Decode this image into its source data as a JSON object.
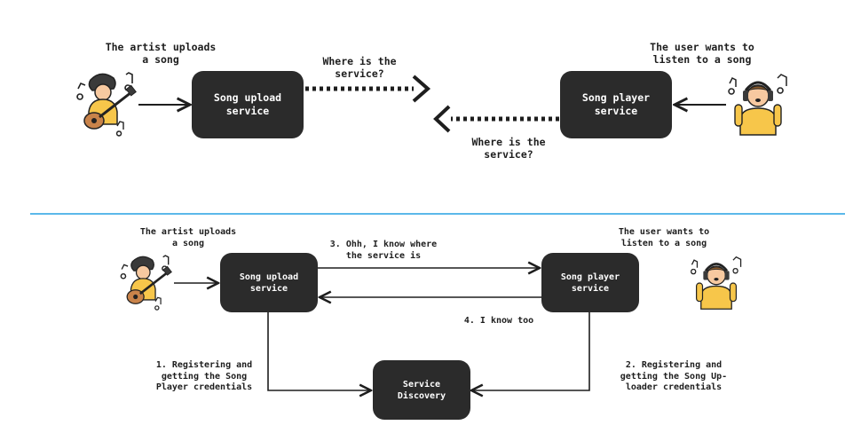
{
  "top": {
    "artist_label": "The artist uploads\na song",
    "user_label": "The user wants to\nlisten to a song",
    "upload_box": "Song upload\nservice",
    "player_box": "Song player\nservice",
    "query_upload": "Where is the\nservice?",
    "query_player": "Where is the\nservice?"
  },
  "bottom": {
    "artist_label": "The artist uploads\na song",
    "user_label": "The user wants to\nlisten to a song",
    "upload_box": "Song upload\nservice",
    "player_box": "Song player\nservice",
    "discovery_box": "Service\nDiscovery",
    "step1": "1. Registering and\ngetting the Song\nPlayer credentials",
    "step2": "2. Registering and\ngetting the Song Up-\nloader credentials",
    "step3": "3. Ohh, I know where\nthe service is",
    "step4": "4. I know too"
  },
  "icons": [
    "guitarist-icon",
    "headphones-listener-icon",
    "guitarist-icon",
    "headphones-listener-icon"
  ],
  "colors": {
    "box": "#2b2b2b",
    "divider": "#5bb8ea",
    "accent": "#f7c64a"
  }
}
